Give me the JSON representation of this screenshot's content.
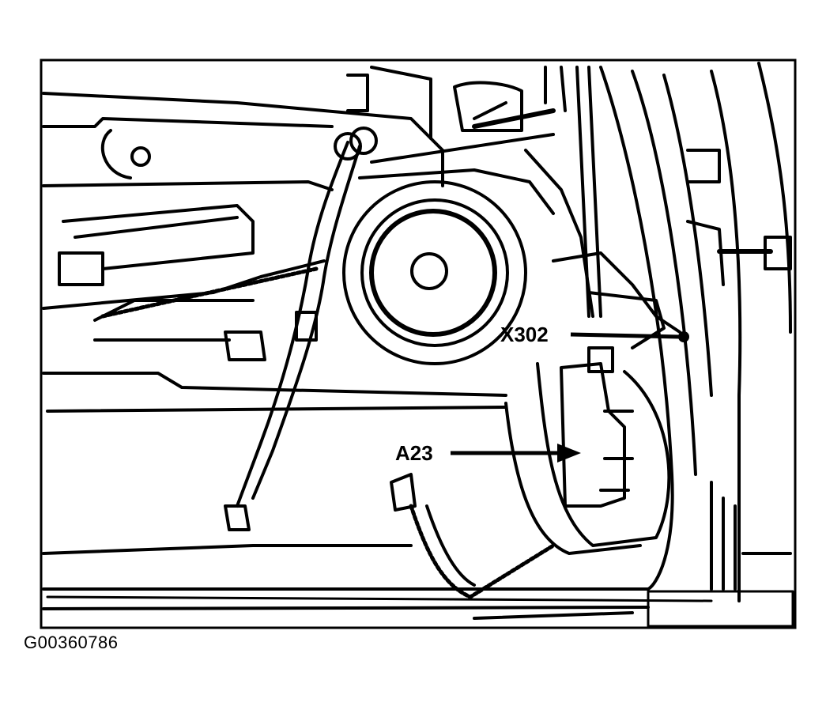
{
  "diagram": {
    "figure_id": "G00360786",
    "callouts": [
      {
        "id": "x302",
        "label": "X302"
      },
      {
        "id": "a23",
        "label": "A23"
      }
    ],
    "colors": {
      "ink": "#000000",
      "background": "#ffffff"
    }
  }
}
